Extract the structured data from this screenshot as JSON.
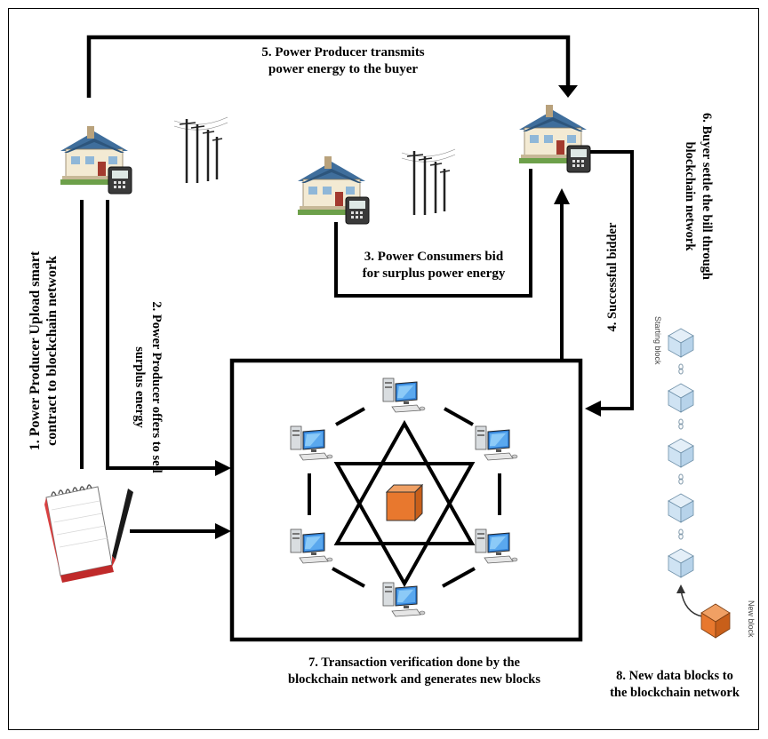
{
  "steps": {
    "s1": {
      "line1": "1. Power Producer Upload smart",
      "line2": "contract to blockchain network"
    },
    "s2": {
      "line1": "2. Power Producer offers to sell",
      "line2": "surplus energy"
    },
    "s3": {
      "line1": "3. Power Consumers bid",
      "line2": "for surplus power energy"
    },
    "s4": {
      "text": "4. Successful bidder"
    },
    "s5": {
      "line1": "5. Power Producer transmits",
      "line2": "power energy to the buyer"
    },
    "s6": {
      "line1": "6. Buyer settle the bill through",
      "line2": "blockchain network"
    },
    "s7": {
      "line1": "7. Transaction verification done by the",
      "line2": "blockchain network and generates new blocks"
    },
    "s8": {
      "line1": "8. New data blocks to",
      "line2": "the blockchain network"
    }
  },
  "chain": {
    "start_label": "Starting block",
    "new_label": "New block"
  },
  "icons": {
    "producer_house": "house-with-meter-icon",
    "consumer_house": "house-with-meter-icon",
    "buyer_house": "house-with-meter-icon",
    "power_lines": "power-pole-icon",
    "contract": "notepad-pen-icon",
    "node": "computer-workstation-icon",
    "center_block": "orange-cube-icon",
    "chain_block": "blue-cube-icon",
    "chain_link": "chain-link-icon"
  },
  "colors": {
    "center_block": "#e8782e",
    "chain_block": "#cfe3f3",
    "house_roof": "#3f6e9c"
  }
}
